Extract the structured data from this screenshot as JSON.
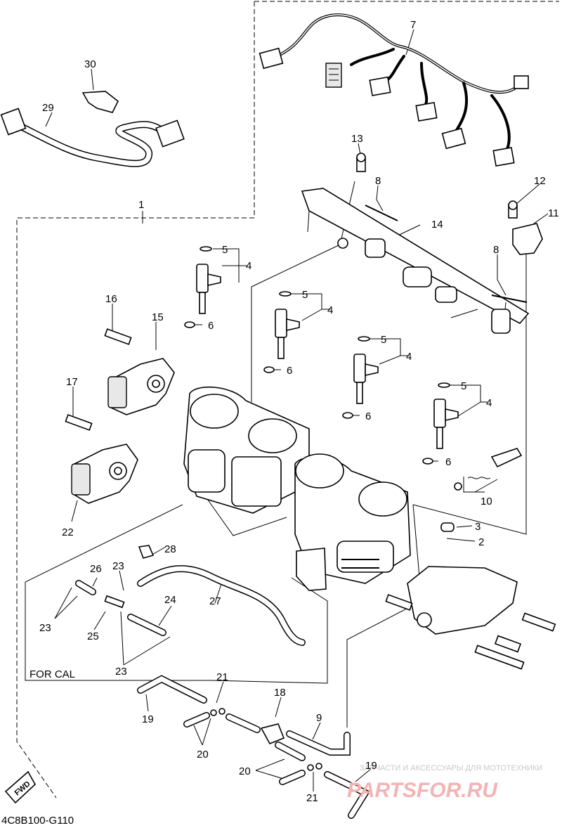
{
  "diagram": {
    "code": "4C8B100-G110",
    "fwd_label": "FWD",
    "group_label": "FOR CAL",
    "watermark_text": "ЗАПЧАСТИ И АКСЕССУАРЫ ДЛЯ МОТОТЕХНИКИ",
    "watermark_brand": "PARTSFOR.RU",
    "callouts": [
      {
        "id": "c1",
        "label": "1"
      },
      {
        "id": "c2",
        "label": "2"
      },
      {
        "id": "c3",
        "label": "3"
      },
      {
        "id": "c4a",
        "label": "4"
      },
      {
        "id": "c4b",
        "label": "4"
      },
      {
        "id": "c4c",
        "label": "4"
      },
      {
        "id": "c4d",
        "label": "4"
      },
      {
        "id": "c5a",
        "label": "5"
      },
      {
        "id": "c5b",
        "label": "5"
      },
      {
        "id": "c5c",
        "label": "5"
      },
      {
        "id": "c5d",
        "label": "5"
      },
      {
        "id": "c6a",
        "label": "6"
      },
      {
        "id": "c6b",
        "label": "6"
      },
      {
        "id": "c6c",
        "label": "6"
      },
      {
        "id": "c6d",
        "label": "6"
      },
      {
        "id": "c7",
        "label": "7"
      },
      {
        "id": "c8a",
        "label": "8"
      },
      {
        "id": "c8b",
        "label": "8"
      },
      {
        "id": "c9",
        "label": "9"
      },
      {
        "id": "c10",
        "label": "10"
      },
      {
        "id": "c11",
        "label": "11"
      },
      {
        "id": "c12",
        "label": "12"
      },
      {
        "id": "c13",
        "label": "13"
      },
      {
        "id": "c14",
        "label": "14"
      },
      {
        "id": "c15",
        "label": "15"
      },
      {
        "id": "c16",
        "label": "16"
      },
      {
        "id": "c17",
        "label": "17"
      },
      {
        "id": "c18",
        "label": "18"
      },
      {
        "id": "c19a",
        "label": "19"
      },
      {
        "id": "c19b",
        "label": "19"
      },
      {
        "id": "c20a",
        "label": "20"
      },
      {
        "id": "c20b",
        "label": "20"
      },
      {
        "id": "c21a",
        "label": "21"
      },
      {
        "id": "c21b",
        "label": "21"
      },
      {
        "id": "c22",
        "label": "22"
      },
      {
        "id": "c23a",
        "label": "23"
      },
      {
        "id": "c23b",
        "label": "23"
      },
      {
        "id": "c23c",
        "label": "23"
      },
      {
        "id": "c24",
        "label": "24"
      },
      {
        "id": "c25",
        "label": "25"
      },
      {
        "id": "c26",
        "label": "26"
      },
      {
        "id": "c27",
        "label": "27"
      },
      {
        "id": "c28",
        "label": "28"
      },
      {
        "id": "c29",
        "label": "29"
      },
      {
        "id": "c30",
        "label": "30"
      }
    ]
  }
}
